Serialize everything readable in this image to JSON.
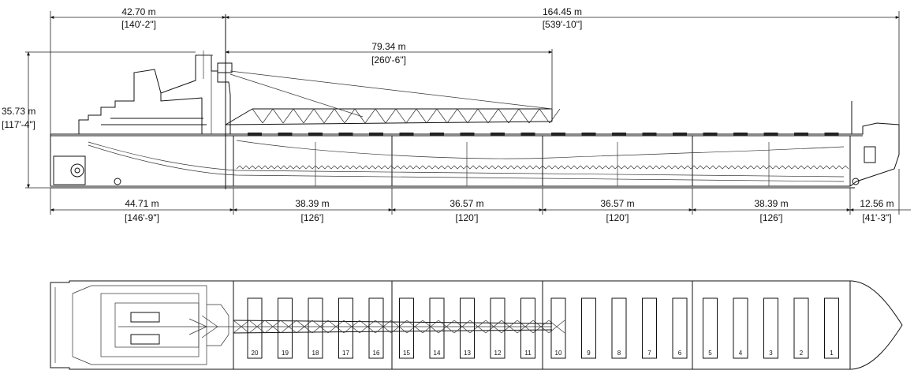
{
  "elevation": {
    "top_dimensions": [
      {
        "metric": "42.70 m",
        "imperial": "[140'-2\"]"
      },
      {
        "metric": "164.45 m",
        "imperial": "[539'-10\"]"
      },
      {
        "metric": "79.34 m",
        "imperial": "[260'-6\"]"
      }
    ],
    "height_dimension": {
      "metric": "35.73 m",
      "imperial": "[117'-4\"]"
    },
    "bottom_dimensions": [
      {
        "metric": "44.71 m",
        "imperial": "[146'-9\"]"
      },
      {
        "metric": "38.39 m",
        "imperial": "[126']"
      },
      {
        "metric": "36.57 m",
        "imperial": "[120']"
      },
      {
        "metric": "36.57 m",
        "imperial": "[120']"
      },
      {
        "metric": "38.39 m",
        "imperial": "[126']"
      },
      {
        "metric": "12.56 m",
        "imperial": "[41'-3\"]"
      }
    ]
  },
  "plan": {
    "hatch_numbers": [
      "20",
      "19",
      "18",
      "17",
      "16",
      "15",
      "14",
      "13",
      "12",
      "11",
      "10",
      "9",
      "8",
      "7",
      "6",
      "5",
      "4",
      "3",
      "2",
      "1"
    ]
  }
}
